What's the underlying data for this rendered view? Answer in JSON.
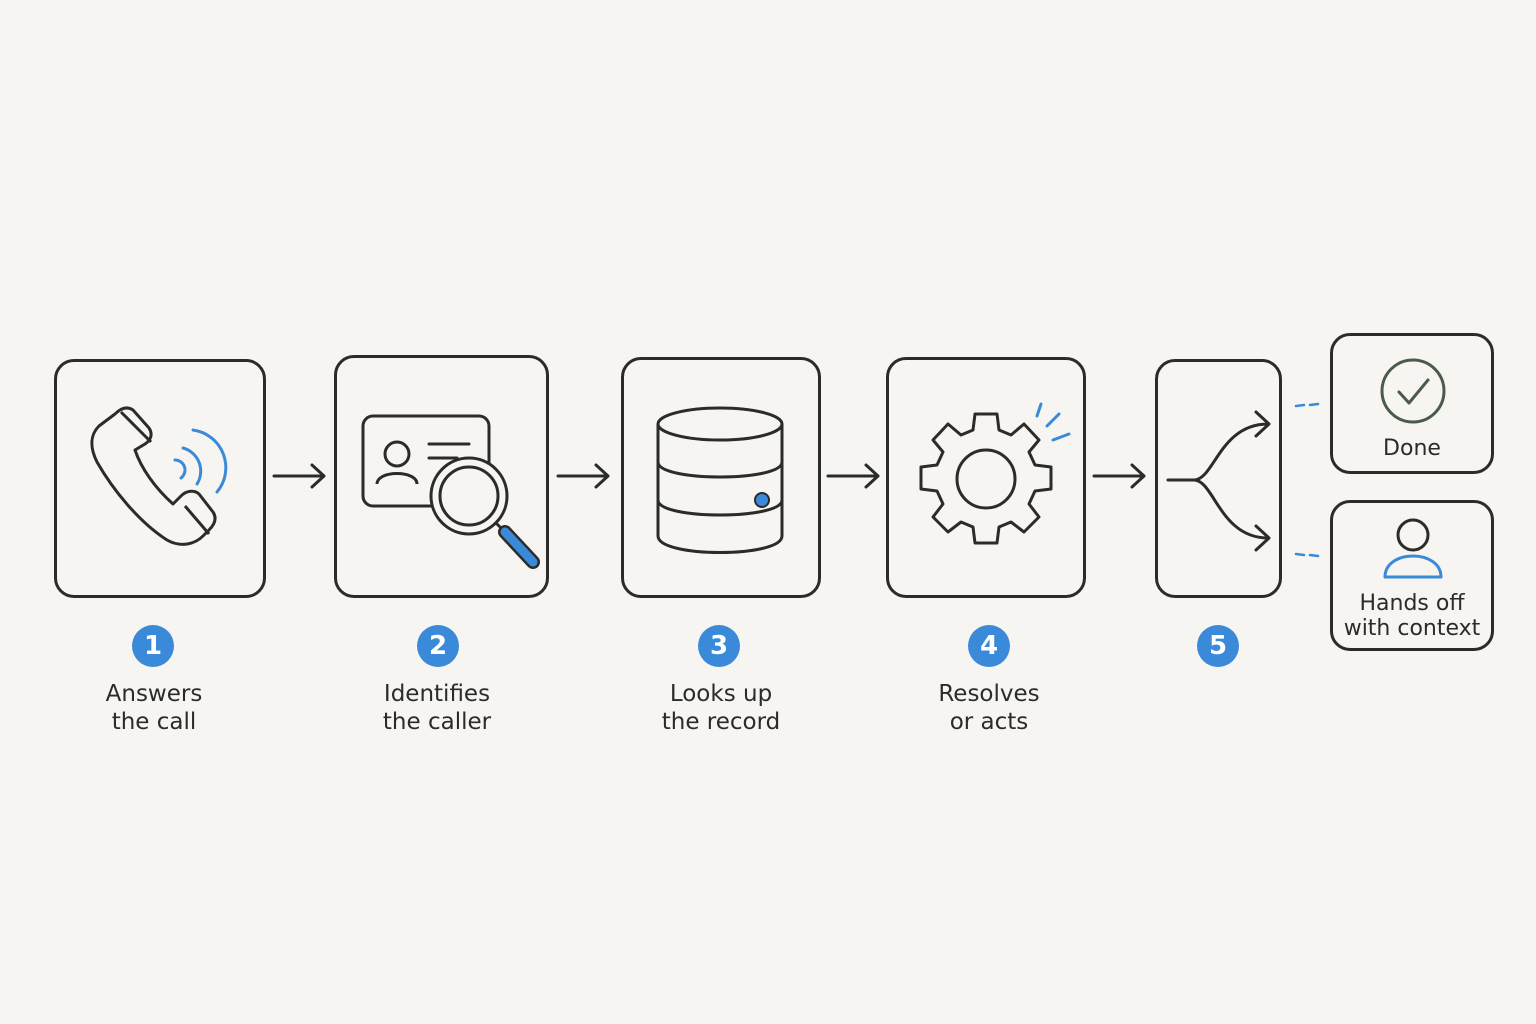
{
  "steps": [
    {
      "number": "1",
      "line1": "Answers",
      "line2": "the call",
      "icon": "phone-icon"
    },
    {
      "number": "2",
      "line1": "Identifies",
      "line2": "the caller",
      "icon": "id-card-search-icon"
    },
    {
      "number": "3",
      "line1": "Looks up",
      "line2": "the record",
      "icon": "database-icon"
    },
    {
      "number": "4",
      "line1": "Resolves",
      "line2": "or acts",
      "icon": "gear-icon"
    },
    {
      "number": "5",
      "icon": "branch-icon"
    }
  ],
  "outcomes": {
    "done": {
      "label": "Done",
      "icon": "check-circle-icon"
    },
    "handoff": {
      "line1": "Hands off",
      "line2": "with context",
      "icon": "person-icon"
    }
  },
  "colors": {
    "stroke": "#2b2b28",
    "accent": "#3b8ad9",
    "background": "#f6f5f1",
    "check": "#4b5a4b"
  }
}
